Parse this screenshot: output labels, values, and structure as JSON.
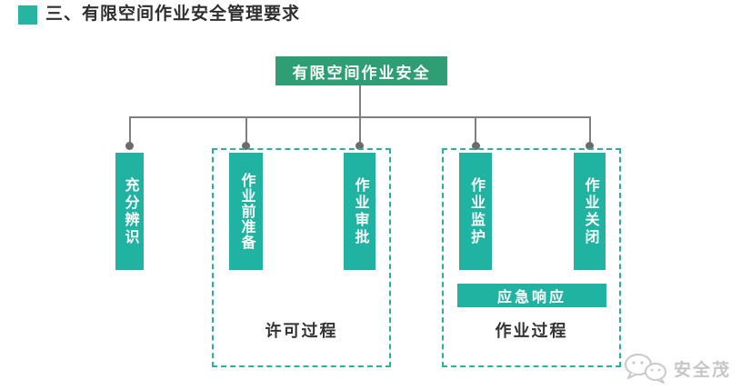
{
  "header": {
    "title": "三、有限空间作业安全管理要求"
  },
  "diagram": {
    "root": {
      "label": "有限空间作业安全"
    },
    "nodes": [
      {
        "label": "充分辨识"
      },
      {
        "label": "作业前准备"
      },
      {
        "label": "作业审批"
      },
      {
        "label": "作业监护"
      },
      {
        "label": "作业关闭"
      }
    ],
    "groups": [
      {
        "label": "许可过程",
        "children": [
          "作业前准备",
          "作业审批"
        ]
      },
      {
        "label": "作业过程",
        "children": [
          "作业监护",
          "作业关闭",
          "应急响应"
        ]
      }
    ],
    "emergency_node": {
      "label": "应急响应"
    },
    "colors": {
      "root_bg": "#2f9e74",
      "node_bg": "#21b3a1",
      "group_border": "#2bb0a0",
      "connector": "#7f7f7f",
      "title_text": "#2f2f2f",
      "group_label_text": "#333333"
    }
  },
  "watermark": {
    "icon": "wechat-icon",
    "text": "安全茂",
    "color": "#c6c6c6"
  }
}
